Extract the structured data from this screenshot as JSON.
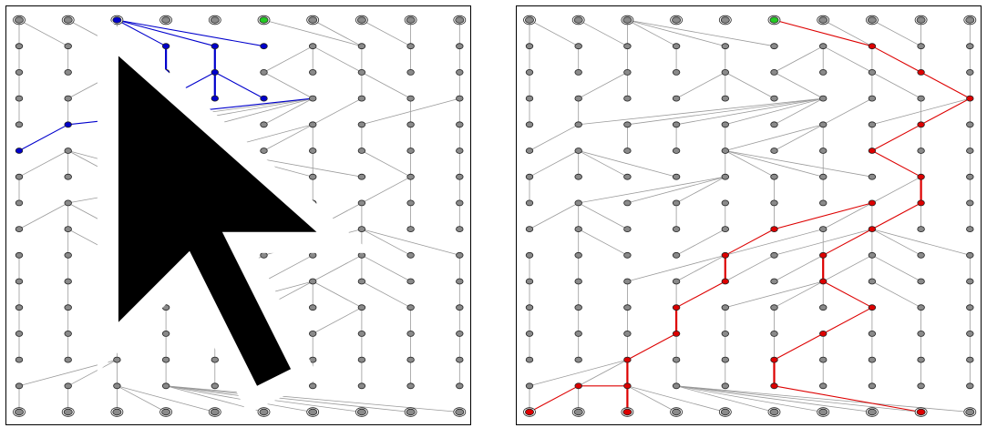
{
  "grid": {
    "rows": 16,
    "cols": 10,
    "node_fill": "#8a8a8a",
    "node_stroke": "#222222",
    "edge_color": "#9a9a9a",
    "start_node": [
      0,
      5
    ],
    "start_color": "#22cc22",
    "edges": [
      [
        0,
        0,
        1,
        0
      ],
      [
        0,
        0,
        1,
        1
      ],
      [
        0,
        1,
        1,
        2
      ],
      [
        0,
        2,
        1,
        2
      ],
      [
        0,
        2,
        1,
        3
      ],
      [
        0,
        2,
        1,
        4
      ],
      [
        0,
        2,
        1,
        5
      ],
      [
        0,
        5,
        1,
        7
      ],
      [
        0,
        6,
        1,
        7
      ],
      [
        0,
        7,
        1,
        8
      ],
      [
        0,
        8,
        1,
        8
      ],
      [
        0,
        9,
        1,
        9
      ],
      [
        1,
        0,
        2,
        0
      ],
      [
        1,
        1,
        2,
        1
      ],
      [
        1,
        2,
        2,
        2
      ],
      [
        1,
        3,
        2,
        3
      ],
      [
        1,
        4,
        2,
        4
      ],
      [
        1,
        6,
        2,
        5
      ],
      [
        1,
        6,
        2,
        6
      ],
      [
        1,
        6,
        2,
        7
      ],
      [
        1,
        7,
        2,
        7
      ],
      [
        1,
        8,
        2,
        8
      ],
      [
        1,
        9,
        2,
        9
      ],
      [
        2,
        0,
        3,
        0
      ],
      [
        2,
        2,
        3,
        1
      ],
      [
        2,
        2,
        3,
        2
      ],
      [
        2,
        4,
        3,
        3
      ],
      [
        2,
        4,
        3,
        4
      ],
      [
        2,
        4,
        3,
        5
      ],
      [
        2,
        5,
        3,
        6
      ],
      [
        2,
        7,
        3,
        7
      ],
      [
        2,
        7,
        3,
        8
      ],
      [
        2,
        9,
        3,
        9
      ],
      [
        3,
        0,
        4,
        0
      ],
      [
        3,
        1,
        4,
        1
      ],
      [
        3,
        6,
        4,
        1
      ],
      [
        3,
        6,
        4,
        2
      ],
      [
        3,
        6,
        4,
        3
      ],
      [
        3,
        6,
        4,
        4
      ],
      [
        3,
        6,
        4,
        5
      ],
      [
        3,
        7,
        4,
        6
      ],
      [
        3,
        8,
        4,
        8
      ],
      [
        3,
        9,
        4,
        7
      ],
      [
        3,
        9,
        4,
        9
      ],
      [
        4,
        1,
        5,
        0
      ],
      [
        4,
        2,
        5,
        2
      ],
      [
        4,
        3,
        5,
        3
      ],
      [
        4,
        4,
        5,
        4
      ],
      [
        4,
        6,
        5,
        4
      ],
      [
        4,
        6,
        5,
        5
      ],
      [
        4,
        6,
        5,
        6
      ],
      [
        4,
        7,
        5,
        7
      ],
      [
        4,
        8,
        5,
        8
      ],
      [
        4,
        9,
        5,
        9
      ],
      [
        5,
        1,
        6,
        0
      ],
      [
        5,
        1,
        6,
        1
      ],
      [
        5,
        1,
        6,
        2
      ],
      [
        5,
        1,
        6,
        3
      ],
      [
        5,
        4,
        6,
        4
      ],
      [
        5,
        4,
        6,
        5
      ],
      [
        5,
        4,
        6,
        6
      ],
      [
        5,
        4,
        6,
        7
      ],
      [
        5,
        6,
        6,
        6
      ],
      [
        5,
        7,
        6,
        8
      ],
      [
        5,
        8,
        6,
        8
      ],
      [
        5,
        9,
        6,
        9
      ],
      [
        6,
        0,
        7,
        0
      ],
      [
        6,
        4,
        7,
        1
      ],
      [
        6,
        4,
        7,
        2
      ],
      [
        6,
        4,
        7,
        3
      ],
      [
        6,
        5,
        7,
        5
      ],
      [
        6,
        6,
        7,
        6
      ],
      [
        6,
        8,
        7,
        7
      ],
      [
        6,
        8,
        7,
        8
      ],
      [
        6,
        9,
        7,
        9
      ],
      [
        7,
        1,
        8,
        0
      ],
      [
        7,
        1,
        8,
        1
      ],
      [
        7,
        1,
        8,
        2
      ],
      [
        7,
        3,
        8,
        3
      ],
      [
        7,
        4,
        8,
        4
      ],
      [
        7,
        5,
        8,
        5
      ],
      [
        7,
        7,
        8,
        6
      ],
      [
        7,
        7,
        8,
        7
      ],
      [
        7,
        8,
        8,
        8
      ],
      [
        7,
        9,
        8,
        9
      ],
      [
        8,
        1,
        9,
        1
      ],
      [
        8,
        1,
        9,
        2
      ],
      [
        8,
        4,
        9,
        3
      ],
      [
        8,
        7,
        9,
        5
      ],
      [
        8,
        7,
        9,
        7
      ],
      [
        8,
        7,
        9,
        8
      ],
      [
        8,
        7,
        9,
        9
      ],
      [
        8,
        6,
        9,
        4
      ],
      [
        8,
        6,
        9,
        6
      ],
      [
        9,
        0,
        10,
        0
      ],
      [
        9,
        1,
        10,
        1
      ],
      [
        9,
        4,
        10,
        2
      ],
      [
        9,
        4,
        10,
        3
      ],
      [
        9,
        5,
        10,
        4
      ],
      [
        9,
        6,
        10,
        5
      ],
      [
        9,
        7,
        10,
        6
      ],
      [
        9,
        7,
        10,
        7
      ],
      [
        9,
        7,
        10,
        8
      ],
      [
        9,
        9,
        10,
        9
      ],
      [
        10,
        0,
        11,
        0
      ],
      [
        10,
        1,
        11,
        1
      ],
      [
        10,
        2,
        11,
        2
      ],
      [
        10,
        3,
        11,
        3
      ],
      [
        10,
        6,
        11,
        4
      ],
      [
        10,
        6,
        11,
        5
      ],
      [
        10,
        6,
        11,
        6
      ],
      [
        10,
        6,
        11,
        7
      ],
      [
        10,
        7,
        11,
        8
      ],
      [
        10,
        9,
        11,
        9
      ],
      [
        11,
        0,
        12,
        0
      ],
      [
        11,
        1,
        12,
        1
      ],
      [
        11,
        2,
        12,
        2
      ],
      [
        11,
        3,
        12,
        3
      ],
      [
        11,
        4,
        12,
        4
      ],
      [
        11,
        5,
        12,
        5
      ],
      [
        11,
        7,
        12,
        6
      ],
      [
        11,
        7,
        12,
        7
      ],
      [
        11,
        8,
        12,
        8
      ],
      [
        11,
        9,
        12,
        9
      ],
      [
        12,
        0,
        13,
        0
      ],
      [
        12,
        1,
        13,
        1
      ],
      [
        12,
        2,
        13,
        2
      ],
      [
        12,
        3,
        13,
        3
      ],
      [
        12,
        4,
        13,
        4
      ],
      [
        12,
        5,
        13,
        5
      ],
      [
        12,
        6,
        13,
        6
      ],
      [
        12,
        7,
        13,
        7
      ],
      [
        12,
        8,
        13,
        8
      ],
      [
        12,
        9,
        13,
        9
      ],
      [
        13,
        2,
        14,
        0
      ],
      [
        13,
        2,
        14,
        1
      ],
      [
        13,
        2,
        14,
        2
      ],
      [
        13,
        3,
        14,
        3
      ],
      [
        13,
        4,
        14,
        4
      ],
      [
        13,
        5,
        14,
        5
      ],
      [
        13,
        6,
        14,
        6
      ],
      [
        13,
        7,
        14,
        7
      ],
      [
        13,
        8,
        14,
        8
      ],
      [
        13,
        9,
        14,
        9
      ],
      [
        14,
        0,
        15,
        0
      ],
      [
        14,
        1,
        15,
        1
      ],
      [
        14,
        2,
        15,
        2
      ],
      [
        14,
        2,
        15,
        3
      ],
      [
        14,
        2,
        15,
        4
      ],
      [
        14,
        3,
        15,
        5
      ],
      [
        14,
        3,
        15,
        6
      ],
      [
        14,
        3,
        15,
        7
      ],
      [
        14,
        3,
        15,
        8
      ],
      [
        14,
        3,
        15,
        9
      ]
    ]
  },
  "left_panel": {
    "highlight_color": "#0000cc",
    "highlight_nodes": [
      [
        0,
        2
      ],
      [
        1,
        3
      ],
      [
        2,
        3
      ],
      [
        1,
        4
      ],
      [
        2,
        4
      ],
      [
        1,
        5
      ],
      [
        3,
        3
      ],
      [
        3,
        4
      ],
      [
        3,
        5
      ],
      [
        4,
        1
      ],
      [
        5,
        0
      ]
    ],
    "highlight_edges": [
      [
        0,
        2,
        1,
        3
      ],
      [
        0,
        2,
        1,
        4
      ],
      [
        0,
        2,
        1,
        5
      ],
      [
        1,
        3,
        2,
        3
      ],
      [
        1,
        4,
        2,
        4
      ],
      [
        2,
        4,
        3,
        3
      ],
      [
        2,
        4,
        3,
        5
      ],
      [
        2,
        4,
        3,
        4
      ],
      [
        3,
        6,
        4,
        1
      ],
      [
        4,
        1,
        5,
        0
      ]
    ]
  },
  "right_panel": {
    "highlight_color": "#dd0000",
    "highlight_nodes": [
      [
        1,
        7
      ],
      [
        2,
        8
      ],
      [
        3,
        9
      ],
      [
        4,
        8
      ],
      [
        5,
        7
      ],
      [
        6,
        8
      ],
      [
        7,
        7
      ],
      [
        7,
        8
      ],
      [
        8,
        5
      ],
      [
        8,
        7
      ],
      [
        9,
        4
      ],
      [
        9,
        6
      ],
      [
        10,
        4
      ],
      [
        10,
        6
      ],
      [
        11,
        3
      ],
      [
        11,
        7
      ],
      [
        12,
        3
      ],
      [
        12,
        6
      ],
      [
        13,
        2
      ],
      [
        13,
        5
      ],
      [
        14,
        1
      ],
      [
        14,
        2
      ],
      [
        14,
        5
      ],
      [
        15,
        0
      ],
      [
        15,
        2
      ],
      [
        15,
        8
      ]
    ],
    "highlight_edges": [
      [
        0,
        5,
        1,
        7
      ],
      [
        1,
        7,
        2,
        8
      ],
      [
        2,
        8,
        3,
        9
      ],
      [
        3,
        9,
        4,
        8
      ],
      [
        4,
        8,
        5,
        7
      ],
      [
        5,
        7,
        6,
        8
      ],
      [
        6,
        8,
        7,
        8
      ],
      [
        7,
        8,
        8,
        7
      ],
      [
        8,
        7,
        9,
        6
      ],
      [
        9,
        6,
        10,
        6
      ],
      [
        10,
        6,
        11,
        7
      ],
      [
        11,
        7,
        12,
        6
      ],
      [
        12,
        6,
        13,
        5
      ],
      [
        13,
        5,
        14,
        5
      ],
      [
        14,
        5,
        15,
        8
      ],
      [
        7,
        7,
        8,
        5
      ],
      [
        8,
        5,
        9,
        4
      ],
      [
        9,
        4,
        10,
        4
      ],
      [
        10,
        4,
        11,
        3
      ],
      [
        11,
        3,
        12,
        3
      ],
      [
        12,
        3,
        13,
        2
      ],
      [
        13,
        2,
        14,
        2
      ],
      [
        14,
        2,
        15,
        2
      ],
      [
        14,
        2,
        14,
        1
      ],
      [
        14,
        1,
        15,
        0
      ]
    ]
  }
}
